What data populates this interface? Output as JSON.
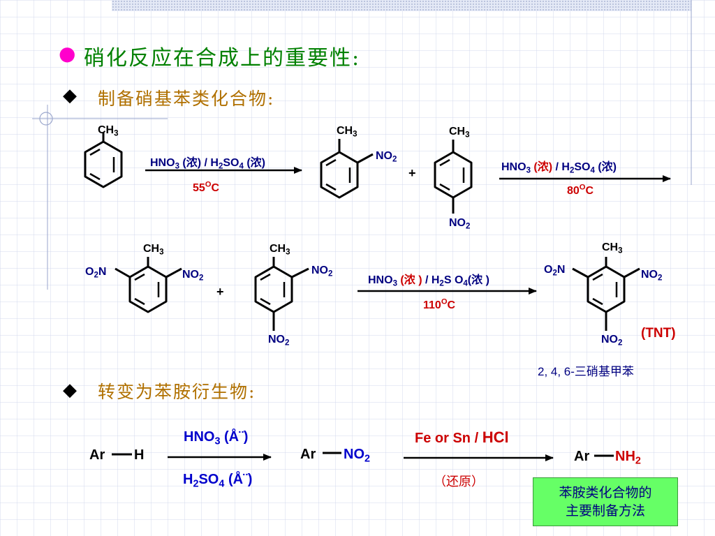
{
  "heading": {
    "bullet": "●",
    "text": "硝化反应在合成上的重要性:"
  },
  "section1": {
    "bullet": "◆",
    "text": "制备硝基苯类化合物:",
    "step1": {
      "reagent_hno3": "HNO",
      "reagent_mid": " (浓) / H",
      "reagent_so": "SO",
      "reagent_end": " (浓)",
      "temp": "55",
      "temp_deg": "O",
      "temp_unit": "C"
    },
    "step2": {
      "reagent_hno3": "HNO",
      "reagent_nong1": " (浓)",
      "reagent_mid": " / H",
      "reagent_so": "SO",
      "reagent_end": " (浓)",
      "temp": "80",
      "temp_deg": "O",
      "temp_unit": "C"
    },
    "step3": {
      "reagent_hno3": "HNO",
      "reagent_nong1": " (浓 )",
      "reagent_mid": " / H",
      "reagent_so": "S O",
      "reagent_end": "(浓 )",
      "temp": "110",
      "temp_deg": "O",
      "temp_unit": "C"
    },
    "labels": {
      "ch3": "CH",
      "ch3_sub": "3",
      "no2": "NO",
      "no2_sub": "2",
      "o2n_o": "O",
      "o2n_sub": "2",
      "o2n_n": "N",
      "plus": "+",
      "sub3": "3",
      "sub2": "2",
      "sub4": "4"
    },
    "tnt": "(TNT)",
    "tnt_name": "2, 4, 6-三硝基甲苯"
  },
  "section2": {
    "bullet": "◆",
    "text": "转变为苯胺衍生物:",
    "ar": "Ar",
    "h": "H",
    "no2": "NO",
    "no2_sub": "2",
    "nh2": "NH",
    "nh2_sub": "2",
    "top_reagent": "HNO",
    "top_reagent_sub": "3",
    "top_reagent_end": " (Å¨)",
    "bottom_reagent_h": "H",
    "bottom_reagent_sub2": "2",
    "bottom_reagent_so": "SO",
    "bottom_reagent_sub4": "4",
    "bottom_reagent_end": " (Å¨)",
    "reduce_reagent": "Fe or Sn / ",
    "reduce_hcl": "HCl",
    "reduce_label": "（还原）"
  },
  "note": {
    "line1": "苯胺类化合物的",
    "line2": "主要制备方法"
  },
  "colors": {
    "grid": "#c8d0e8",
    "title": "#008000",
    "subtitle": "#b07000",
    "label": "#000080",
    "red": "#cc0000",
    "note_bg": "#66ff66"
  }
}
